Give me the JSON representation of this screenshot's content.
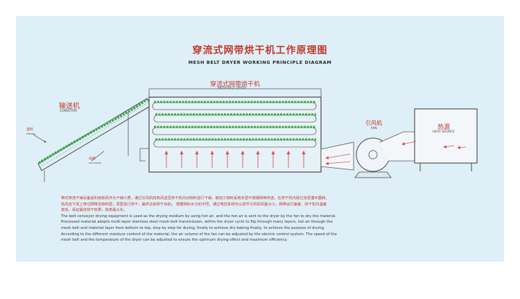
{
  "title": {
    "cn": "穿流式网带烘干机工作原理图",
    "en": "MESH BELT DRYER WORKING PRINCIPLE DIAGRAM"
  },
  "dryer": {
    "cn": "穿流式网带烘干机",
    "en": "MESH BELT DRYER"
  },
  "conveyor": {
    "cn": "输送机",
    "en": "CONVEYOR"
  },
  "feeding": {
    "cn": "进料",
    "en": "FEEDING"
  },
  "discharging": {
    "cn": "出料",
    "en": "DISCHARGE"
  },
  "fan": {
    "cn": "引风机",
    "en": "FAN"
  },
  "heat_source": {
    "cn": "热源",
    "en": "HEAT SOURCE"
  },
  "description": {
    "cn_lines": [
      "带式穿流干燥设备是利用热风作为干燥介质，通过引风机将热风送至烘干机内对物料进行干燥，被加工物料采用多层不锈钢网带传送，在烘干机内经过多层循环翻转，",
      "热风自下而上穿过网带及物料层，逐层进行烘干，最终达到烘干目的。 根据物料水分的不同，通过电控系统可以调节引风机风量大小，网带运行速度、烘干机内温度",
      "高低，保证最佳烘干效果，效率最大化。"
    ],
    "en_lines": [
      "The belt conveyor drying equipment is used as the drying medium by using hot air, and the hot air is sent to the dryer by the fan to dry the material.",
      "Processed material adopts multi-layer stainless steel mesh belt transmission, within the dryer cycle to flip through many layers, hot air through the",
      "mesh belt and material layer from bottom to top, step by step for drying, finally to achieve dry baking finally, to achieve the purpose of drying.",
      "According to the different moisture content of the material, the air volume of the fan can be adjusted by the electric control system. The speed of the",
      "mesh belt and the temperature of the dryer can be adjusted to ensure the optimum drying effect and maximum efficiency."
    ]
  },
  "colors": {
    "background": "#dfeff7",
    "label_red": "#c0392b",
    "plant_green": "#3aa845",
    "arrow_red": "#d9534f",
    "line_gray": "#555555"
  }
}
